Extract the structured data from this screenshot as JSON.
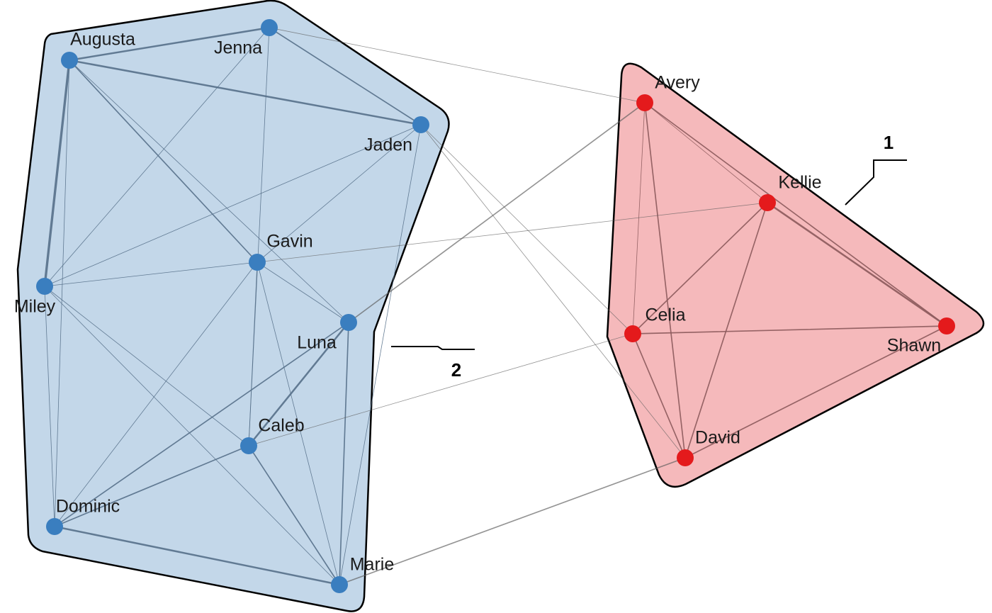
{
  "groups": [
    {
      "id": "2",
      "label": "2",
      "fill": "#c3d7e9",
      "stroke": "#000000",
      "node_color": "#3a7ebf"
    },
    {
      "id": "1",
      "label": "1",
      "fill": "#f5b9bb",
      "stroke": "#000000",
      "node_color": "#e41a1c"
    }
  ],
  "nodes": [
    {
      "id": "Augusta",
      "label": "Augusta",
      "group": "2"
    },
    {
      "id": "Jenna",
      "label": "Jenna",
      "group": "2"
    },
    {
      "id": "Jaden",
      "label": "Jaden",
      "group": "2"
    },
    {
      "id": "Gavin",
      "label": "Gavin",
      "group": "2"
    },
    {
      "id": "Miley",
      "label": "Miley",
      "group": "2"
    },
    {
      "id": "Luna",
      "label": "Luna",
      "group": "2"
    },
    {
      "id": "Caleb",
      "label": "Caleb",
      "group": "2"
    },
    {
      "id": "Dominic",
      "label": "Dominic",
      "group": "2"
    },
    {
      "id": "Marie",
      "label": "Marie",
      "group": "2"
    },
    {
      "id": "Avery",
      "label": "Avery",
      "group": "1"
    },
    {
      "id": "Kellie",
      "label": "Kellie",
      "group": "1"
    },
    {
      "id": "Celia",
      "label": "Celia",
      "group": "1"
    },
    {
      "id": "Shawn",
      "label": "Shawn",
      "group": "1"
    },
    {
      "id": "David",
      "label": "David",
      "group": "1"
    }
  ],
  "edges": [
    {
      "source": "Augusta",
      "target": "Jenna",
      "weight": 3
    },
    {
      "source": "Augusta",
      "target": "Jaden",
      "weight": 3
    },
    {
      "source": "Augusta",
      "target": "Miley",
      "weight": 4
    },
    {
      "source": "Augusta",
      "target": "Gavin",
      "weight": 2
    },
    {
      "source": "Augusta",
      "target": "Luna",
      "weight": 1
    },
    {
      "source": "Augusta",
      "target": "Dominic",
      "weight": 1
    },
    {
      "source": "Jenna",
      "target": "Jaden",
      "weight": 2
    },
    {
      "source": "Jenna",
      "target": "Miley",
      "weight": 1
    },
    {
      "source": "Jenna",
      "target": "Caleb",
      "weight": 1
    },
    {
      "source": "Jaden",
      "target": "Miley",
      "weight": 1
    },
    {
      "source": "Jaden",
      "target": "Gavin",
      "weight": 1
    },
    {
      "source": "Jaden",
      "target": "Marie",
      "weight": 1
    },
    {
      "source": "Gavin",
      "target": "Miley",
      "weight": 1
    },
    {
      "source": "Gavin",
      "target": "Luna",
      "weight": 1
    },
    {
      "source": "Gavin",
      "target": "Caleb",
      "weight": 1
    },
    {
      "source": "Gavin",
      "target": "Dominic",
      "weight": 1
    },
    {
      "source": "Gavin",
      "target": "Marie",
      "weight": 1
    },
    {
      "source": "Miley",
      "target": "Caleb",
      "weight": 1
    },
    {
      "source": "Miley",
      "target": "Dominic",
      "weight": 1
    },
    {
      "source": "Miley",
      "target": "Marie",
      "weight": 1
    },
    {
      "source": "Luna",
      "target": "Caleb",
      "weight": 3
    },
    {
      "source": "Luna",
      "target": "Dominic",
      "weight": 2
    },
    {
      "source": "Luna",
      "target": "Marie",
      "weight": 2
    },
    {
      "source": "Caleb",
      "target": "Dominic",
      "weight": 2
    },
    {
      "source": "Caleb",
      "target": "Marie",
      "weight": 2
    },
    {
      "source": "Dominic",
      "target": "Marie",
      "weight": 3
    },
    {
      "source": "Avery",
      "target": "Kellie",
      "weight": 1
    },
    {
      "source": "Avery",
      "target": "Celia",
      "weight": 1
    },
    {
      "source": "Avery",
      "target": "Shawn",
      "weight": 2
    },
    {
      "source": "Avery",
      "target": "David",
      "weight": 2
    },
    {
      "source": "Kellie",
      "target": "Celia",
      "weight": 2
    },
    {
      "source": "Kellie",
      "target": "Shawn",
      "weight": 3
    },
    {
      "source": "Kellie",
      "target": "David",
      "weight": 2
    },
    {
      "source": "Celia",
      "target": "Shawn",
      "weight": 2
    },
    {
      "source": "Celia",
      "target": "David",
      "weight": 2
    },
    {
      "source": "Shawn",
      "target": "David",
      "weight": 2
    },
    {
      "source": "Jenna",
      "target": "Avery",
      "weight": 1
    },
    {
      "source": "Luna",
      "target": "Avery",
      "weight": 2
    },
    {
      "source": "Gavin",
      "target": "Kellie",
      "weight": 1
    },
    {
      "source": "Jaden",
      "target": "Celia",
      "weight": 1
    },
    {
      "source": "Jaden",
      "target": "David",
      "weight": 1
    },
    {
      "source": "Caleb",
      "target": "Celia",
      "weight": 1
    },
    {
      "source": "Marie",
      "target": "David",
      "weight": 2
    }
  ],
  "colors": {
    "edge": "#5a5a5a",
    "edge_within_1": "#8c5a5c",
    "edge_within_2": "#56708a",
    "text": "#1a1a1a"
  }
}
